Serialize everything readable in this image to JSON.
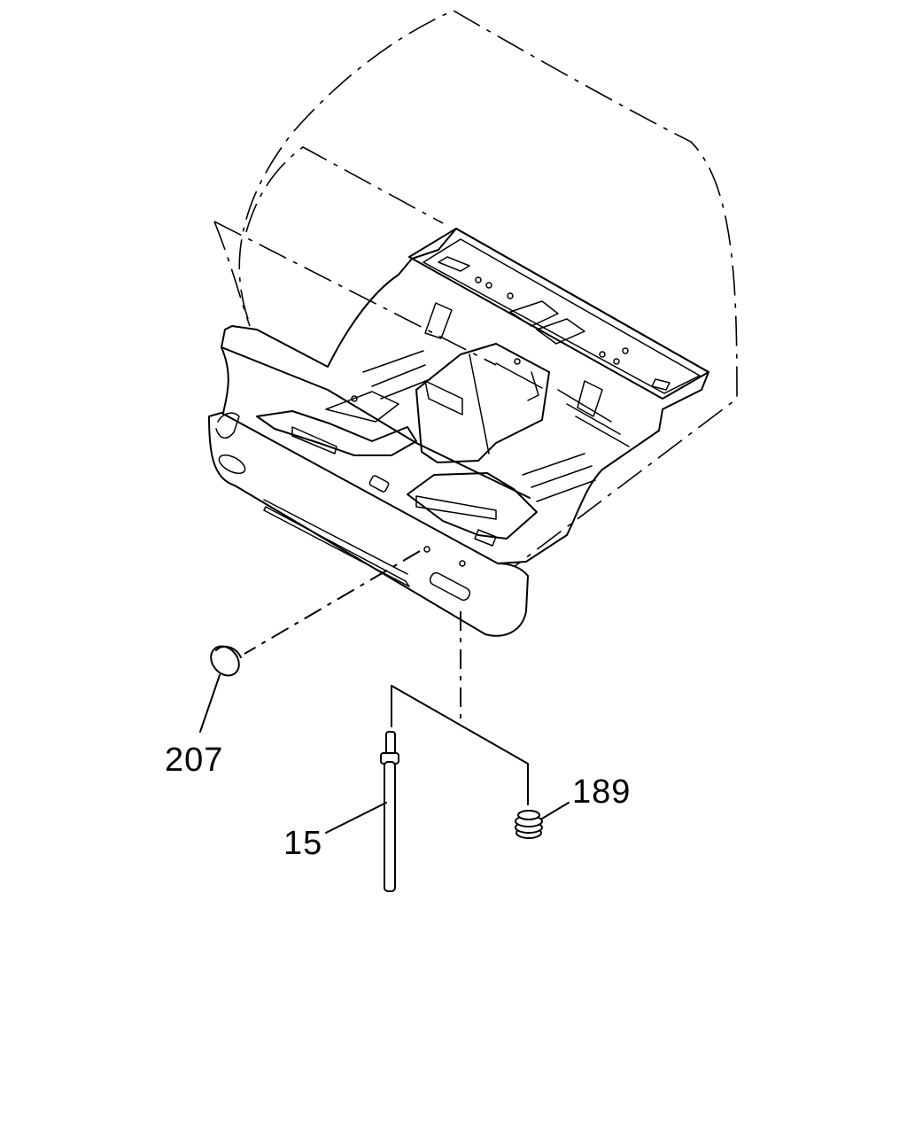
{
  "diagram": {
    "part_labels": {
      "part_207": "207",
      "part_15": "15",
      "part_189": "189"
    }
  }
}
